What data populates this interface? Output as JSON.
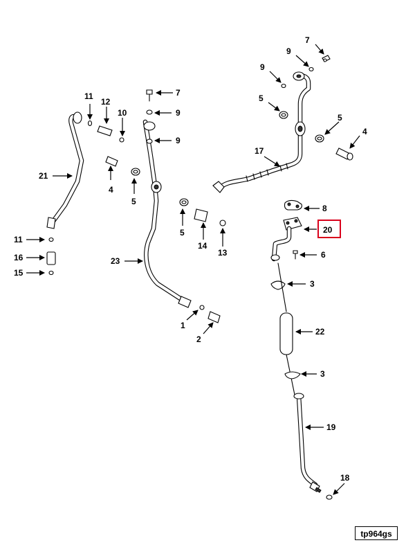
{
  "document_id": "tp964gs",
  "highlight_color": "#d9001b",
  "callouts": {
    "c7a": "7",
    "c9a": "9",
    "c9b": "9",
    "c5a": "5",
    "c5b": "5",
    "c4a": "4",
    "c17": "17",
    "c8": "8",
    "c20": "20",
    "c6": "6",
    "c3a": "3",
    "c22": "22",
    "c3b": "3",
    "c19": "19",
    "c18": "18",
    "c11a": "11",
    "c12": "12",
    "c10": "10",
    "c7b": "7",
    "c9c": "9",
    "c9d": "9",
    "c21": "21",
    "c4b": "4",
    "c5c": "5",
    "c5d": "5",
    "c14": "14",
    "c13": "13",
    "c11b": "11",
    "c16": "16",
    "c15": "15",
    "c23": "23",
    "c1": "1",
    "c2": "2"
  },
  "highlighted_callout": "20"
}
